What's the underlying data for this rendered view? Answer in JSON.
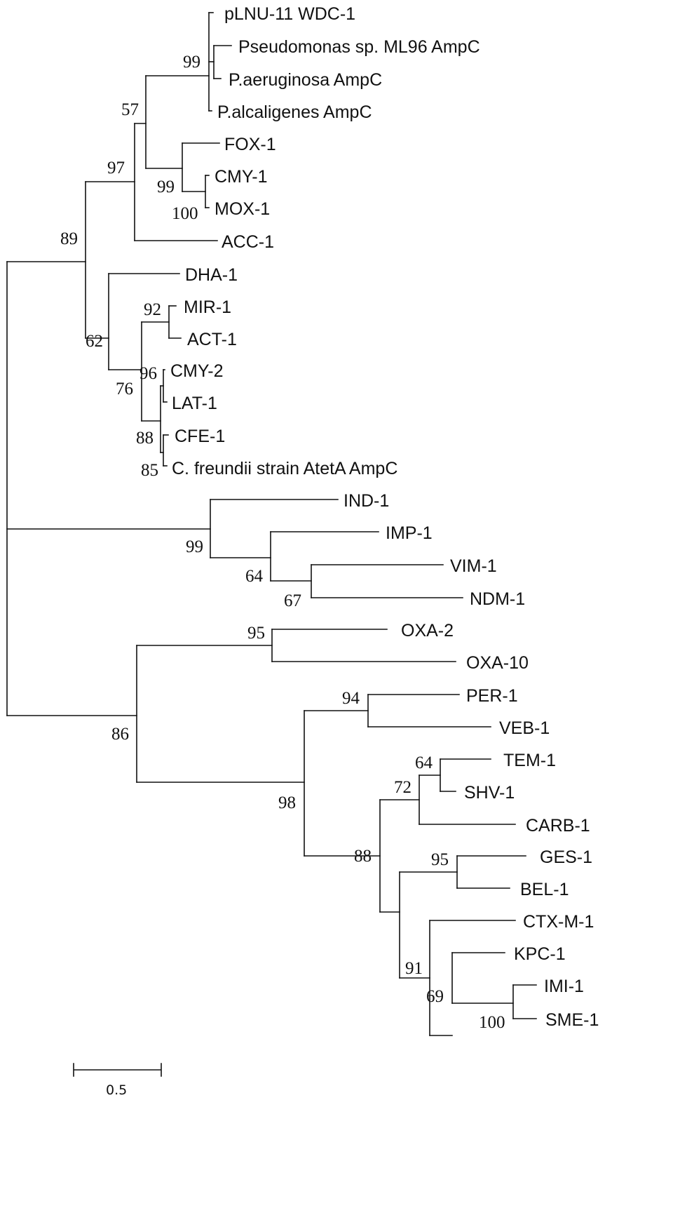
{
  "tree": {
    "leaves": [
      "pLNU-11 WDC-1",
      "Pseudomonas sp. ML96 AmpC",
      "P.aeruginosa AmpC",
      "P.alcaligenes AmpC",
      "FOX-1",
      "CMY-1",
      "MOX-1",
      "ACC-1",
      "DHA-1",
      "MIR-1",
      "ACT-1",
      "CMY-2",
      "LAT-1",
      "CFE-1",
      "C. freundii strain AtetA AmpC",
      "IND-1",
      "IMP-1",
      "VIM-1",
      "NDM-1",
      "OXA-2",
      "OXA-10",
      "PER-1",
      "VEB-1",
      "TEM-1",
      "SHV-1",
      "CARB-1",
      "GES-1",
      "BEL-1",
      "CTX-M-1",
      "KPC-1",
      "IMI-1",
      "SME-1"
    ],
    "bootstrap_values": {
      "pseudomonas_clade": "99",
      "pseudomonas_fox_moxy": "57",
      "fox_cmy_mox": "99",
      "cmy1_mox1": "100",
      "upper_ampc": "97",
      "ampc_group": "89",
      "dha_group": "62",
      "mir_act": "92",
      "cmy2_lat": "96",
      "enterobacter_citrobacter": "76",
      "cfe_group": "88",
      "cfe_freundii": "85",
      "ind_group": "99",
      "imp_vim_ndm": "64",
      "vim_ndm": "67",
      "oxa_pair": "95",
      "class_a_oxa": "86",
      "per_veb": "94",
      "class_a": "98",
      "tem_shv": "64",
      "tem_shv_carb": "72",
      "class_a_sub": "88",
      "ges_bel": "95",
      "ctx_kpc_group": "91",
      "kpc_imi_sme": "69",
      "imi_sme": "100"
    },
    "scale_bar": {
      "label": "0.5"
    }
  }
}
